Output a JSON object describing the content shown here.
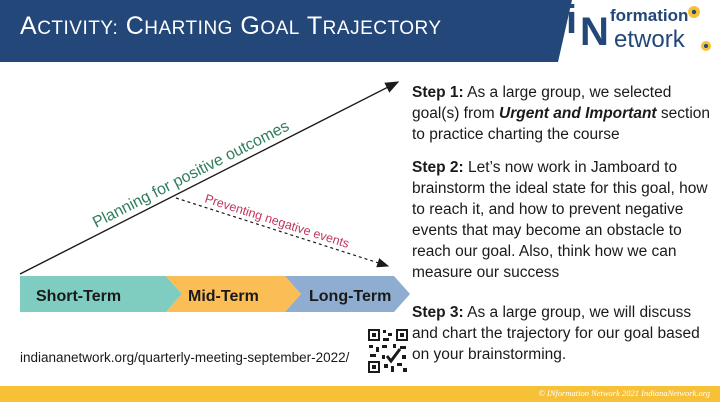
{
  "header": {
    "title": "Activity: Charting Goal Trajectory",
    "bg_color": "#24477a"
  },
  "logo": {
    "line_top": "formation",
    "line_bottom": "etwork",
    "letter_i": "i",
    "letter_n": "N",
    "accent_color": "#f7c137"
  },
  "diagram": {
    "upper_arrow_label": "Planning for positive outcomes",
    "lower_arrow_label": "Preventing negative events",
    "phases": [
      {
        "label": "Short-Term",
        "color": "#7fcdc0"
      },
      {
        "label": "Mid-Term",
        "color": "#fbbd55"
      },
      {
        "label": "Long-Term",
        "color": "#8fadd0"
      }
    ],
    "upper_label_color": "#2e7d5b",
    "lower_label_color": "#c0365c"
  },
  "steps": [
    {
      "heading": "Step 1:",
      "text_a": " As a large group, we selected goal(s) from ",
      "emph": "Urgent and Important",
      "text_b": " section to practice charting the course"
    },
    {
      "heading": "Step 2:",
      "text": " Let’s now work in Jamboard to brainstorm the ideal state for this goal, how to reach it, and how to prevent negative events that may become an obstacle to reach our goal. Also, think how we can measure our success"
    },
    {
      "heading": "Step 3:",
      "text": " As a large group, we will discuss and chart the trajectory for our goal based on your brainstorming."
    }
  ],
  "url": "indiananetwork.org/quarterly-meeting-september-2022/",
  "footer": "© INformation Network 2021 IndianaNetwork.org",
  "footer_color": "#f7c137"
}
